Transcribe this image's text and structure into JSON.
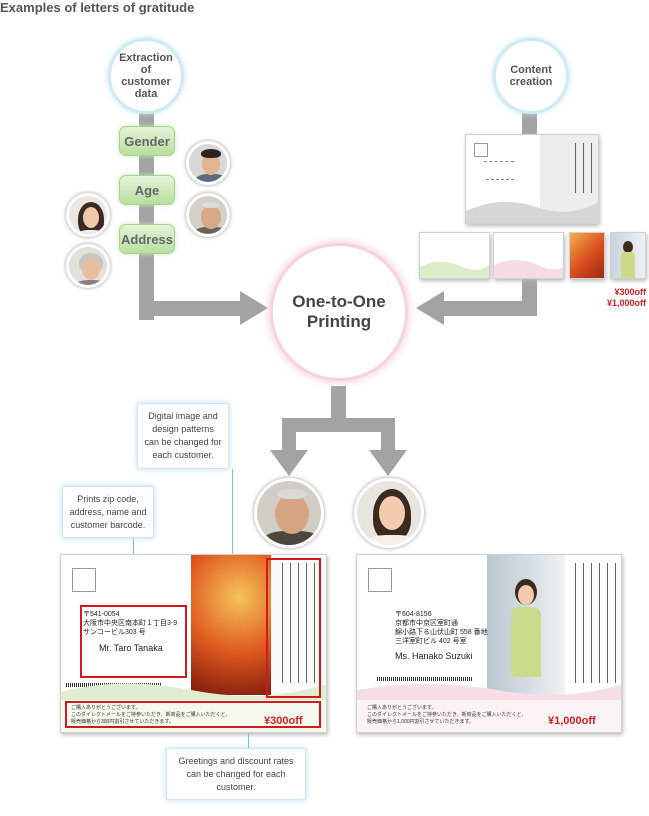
{
  "title": "Examples of letters of gratitude",
  "nodes": {
    "extraction": "Extraction of customer data",
    "content": "Content creation",
    "printing": "One-to-One Printing"
  },
  "attributes": [
    "Gender",
    "Age",
    "Address"
  ],
  "discounts": [
    "¥300off",
    "¥1,000off"
  ],
  "callouts": {
    "digital": "Digital image and design patterns can be changed for each customer.",
    "address": "Prints zip code, address, name and customer barcode.",
    "greeting": "Greetings and discount rates can be changed for each customer."
  },
  "card1": {
    "zip": "〒541-0054",
    "address_line1": "大阪市中央区南本町１丁目3-9",
    "address_line2": "サンコービル303 号",
    "name": "Mr. Taro Tanaka",
    "greeting_line1": "ご購入ありがとうございます。",
    "greeting_line2": "このダイレクトメールをご持参いただき、新商品をご購入いただくと、",
    "greeting_line3": "販売価格から300円割引させていただきます。",
    "price": "¥300off"
  },
  "card2": {
    "zip": "〒604-8156",
    "address_line1": "京都市中京区室町通",
    "address_line2": "錦小路下る山伏山町 558 番地",
    "address_line3": "三洋室町ビル 402 号室",
    "name": "Ms. Hanako Suzuki",
    "greeting_line1": "ご購入ありがとうございます。",
    "greeting_line2": "このダイレクトメールをご持参いただき、新商品をご購入いただくと、",
    "greeting_line3": "販売価格から1,000円割引させていただきます。",
    "price": "¥1,000off"
  },
  "colors": {
    "arrow": "#a3a3a3",
    "price_red": "#d81d24",
    "callout_line": "#6fc6e8",
    "pill_green": "#b9dea0"
  }
}
